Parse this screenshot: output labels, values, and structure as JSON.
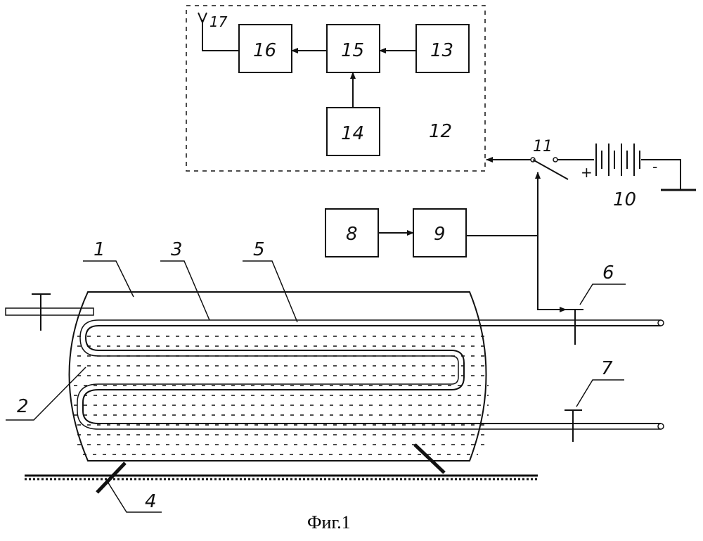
{
  "labels": {
    "n1": "1",
    "n2": "2",
    "n3": "3",
    "n4": "4",
    "n5": "5",
    "n6": "6",
    "n7": "7",
    "n8": "8",
    "n9": "9",
    "n10": "10",
    "n11": "11",
    "n12": "12",
    "n13": "13",
    "n14": "14",
    "n15": "15",
    "n16": "16",
    "n17": "17",
    "plus": "+",
    "minus": "-"
  },
  "caption": "Фиг.1"
}
